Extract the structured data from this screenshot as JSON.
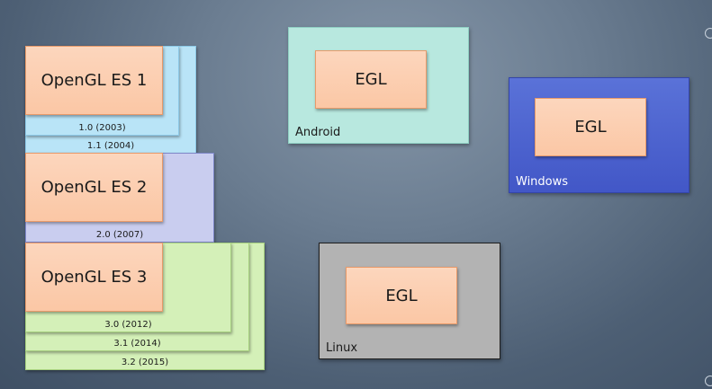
{
  "es1": {
    "title": "OpenGL ES 1",
    "versions": [
      "1.0 (2003)",
      "1.1 (2004)"
    ]
  },
  "es2": {
    "title": "OpenGL ES 2",
    "versions": [
      "2.0 (2007)"
    ]
  },
  "es3": {
    "title": "OpenGL ES 3",
    "versions": [
      "3.0 (2012)",
      "3.1 (2014)",
      "3.2 (2015)"
    ]
  },
  "platforms": {
    "android": {
      "label": "Android",
      "api": "EGL",
      "color": "#b8e8df"
    },
    "windows": {
      "label": "Windows",
      "api": "EGL",
      "color": "#4a63cf"
    },
    "linux": {
      "label": "Linux",
      "api": "EGL",
      "color": "#b3b3b3"
    }
  }
}
